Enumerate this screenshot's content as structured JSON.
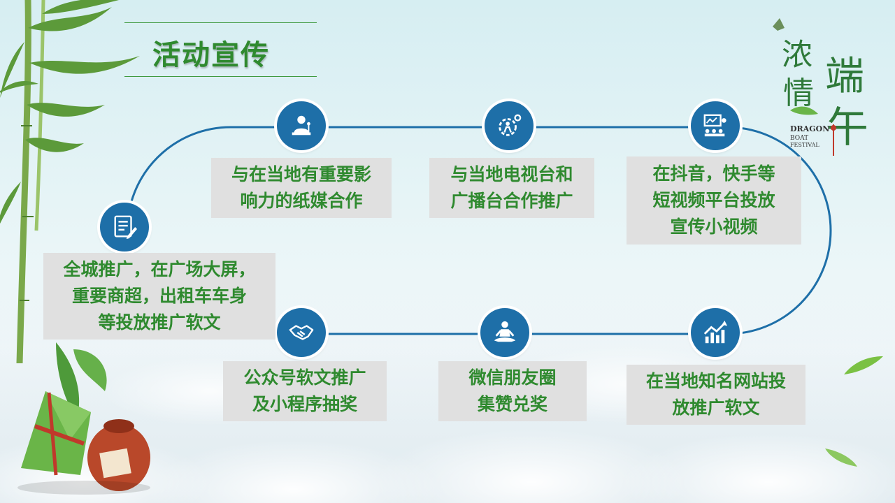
{
  "title": "活动宣传",
  "brand": {
    "nong": "浓",
    "qing": "情",
    "duan": "端",
    "wu": "午",
    "en_1": "DRAGON",
    "en_2": "BOAT",
    "en_3": "FESTIVAL"
  },
  "items": [
    {
      "icon": "presenter-icon",
      "lines": [
        "与在当地有重要影",
        "响力的纸媒合作"
      ]
    },
    {
      "icon": "gear-person-icon",
      "lines": [
        "与当地电视台和",
        "广播台合作推广"
      ]
    },
    {
      "icon": "presentation-board-icon",
      "lines": [
        "在抖音，快手等",
        "短视频平台投放",
        "宣传小视频"
      ]
    },
    {
      "icon": "document-edit-icon",
      "lines": [
        "全城推广，在广场大屏，",
        "重要商超，出租车车身",
        "等投放推广软文"
      ]
    },
    {
      "icon": "handshake-icon",
      "lines": [
        "公众号软文推广",
        "及小程序抽奖"
      ]
    },
    {
      "icon": "meditation-icon",
      "lines": [
        "微信朋友圈",
        "集赞兑奖"
      ]
    },
    {
      "icon": "growth-chart-icon",
      "lines": [
        "在当地知名网站投",
        "放推广软文"
      ]
    }
  ],
  "colors": {
    "node": "#1e6fa8",
    "track": "#1e6fa8",
    "text": "#2f8a2f",
    "box": "#e0e0e0"
  }
}
